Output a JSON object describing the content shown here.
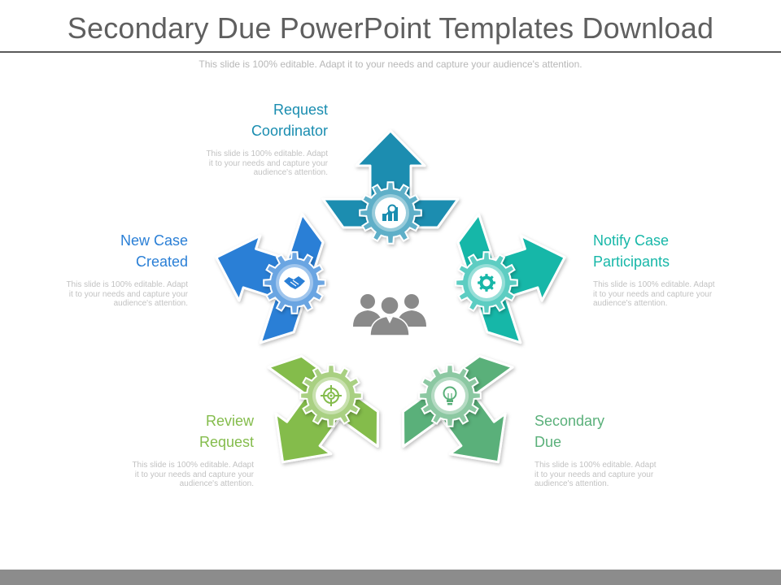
{
  "slide": {
    "title": "Secondary Due PowerPoint Templates Download",
    "subtitle": "This slide is 100% editable. Adapt it to your needs and capture your audience's attention."
  },
  "colors": {
    "title_text": "#5f5f5f",
    "muted_text": "#c2c2c2",
    "people_icon": "#8a8a8a",
    "bottom_bar": "#8c8c8c"
  },
  "steps": [
    {
      "id": "request-coordinator",
      "label_lines": [
        "Request",
        "Coordinator"
      ],
      "desc_lines": [
        "This slide is 100% editable. Adapt",
        "it to your needs and capture your",
        "audience's attention."
      ],
      "color": "#1a8db0",
      "icon": "bar-chart-icon"
    },
    {
      "id": "notify-case-participants",
      "label_lines": [
        "Notify Case",
        "Participants"
      ],
      "desc_lines": [
        "This slide is 100% editable. Adapt",
        "it to your needs and capture your",
        "audience's attention."
      ],
      "color": "#17b7a8",
      "icon": "gear-icon"
    },
    {
      "id": "secondary-due",
      "label_lines": [
        "Secondary",
        "Due"
      ],
      "desc_lines": [
        "This slide is 100% editable. Adapt",
        "it to your needs and capture your",
        "audience's attention."
      ],
      "color": "#5ab07a",
      "icon": "lightbulb-icon"
    },
    {
      "id": "review-request",
      "label_lines": [
        "Review",
        "Request"
      ],
      "desc_lines": [
        "This slide is 100% editable. Adapt",
        "it to your needs and capture your",
        "audience's attention."
      ],
      "color": "#84bc4c",
      "icon": "target-icon"
    },
    {
      "id": "new-case-created",
      "label_lines": [
        "New Case",
        "Created"
      ],
      "desc_lines": [
        "This slide is 100% editable. Adapt",
        "it to your needs and capture your",
        "audience's attention."
      ],
      "color": "#2a7fd6",
      "icon": "handshake-icon"
    }
  ],
  "center_icon": "people-group-icon"
}
